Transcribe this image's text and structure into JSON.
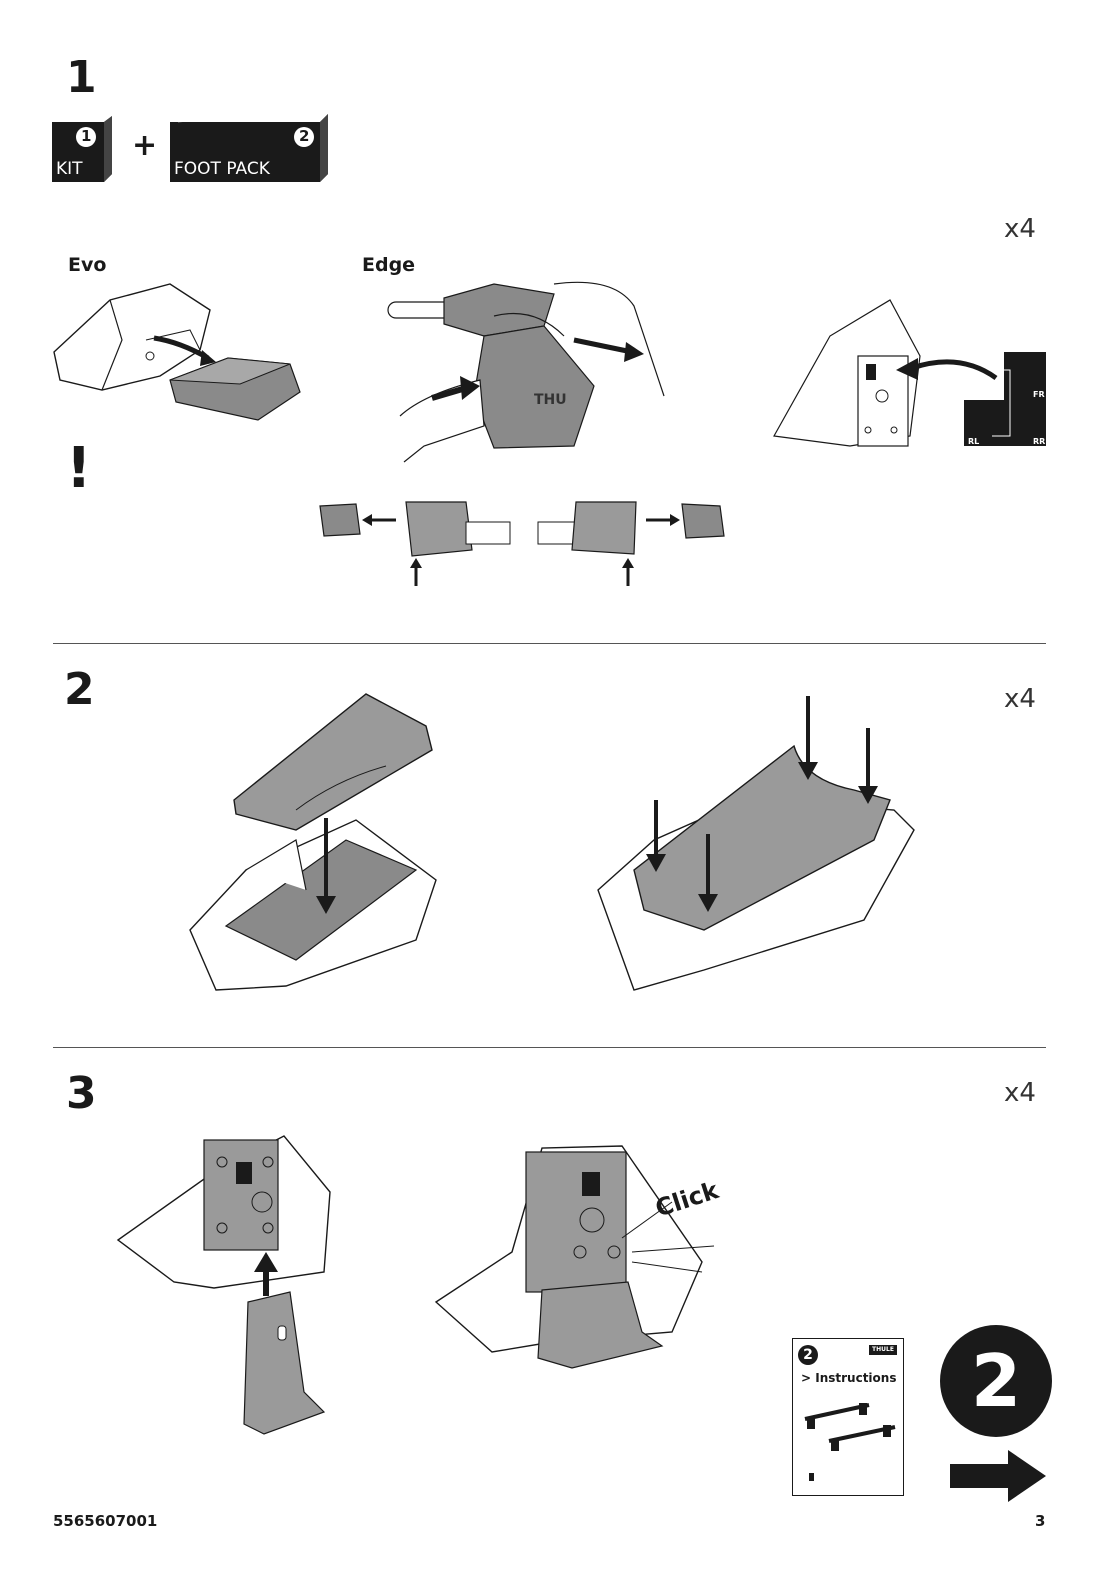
{
  "steps": [
    {
      "number": "1",
      "quantity": "x4"
    },
    {
      "number": "2",
      "quantity": "x4"
    },
    {
      "number": "3",
      "quantity": "x4"
    }
  ],
  "kit_box": {
    "number": "1",
    "label": "KIT"
  },
  "plus_sign": "+",
  "footpack_box": {
    "number": "2",
    "label": "FOOT PACK"
  },
  "variants": {
    "evo": "Evo",
    "edge": "Edge"
  },
  "warning_mark": "!",
  "position_labels": {
    "fr": "FR",
    "rl": "RL",
    "rr": "RR"
  },
  "click_text": "Click",
  "brand_logo": "THULE",
  "next_booklet": {
    "number": "2",
    "link_text": "> Instructions"
  },
  "next_step_number": "2",
  "footer": {
    "part_number": "5565607001",
    "page_number": "3"
  },
  "colors": {
    "ink": "#1a1a1a",
    "part_gray": "#9a9a9a",
    "dark_gray": "#6e6e6e"
  }
}
